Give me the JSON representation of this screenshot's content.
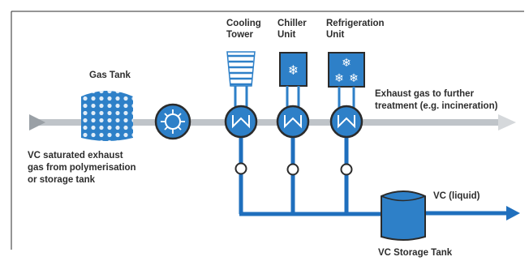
{
  "labels": {
    "gas_tank": "Gas Tank",
    "cooling_tower": [
      "Cooling",
      "Tower"
    ],
    "chiller_unit": [
      "Chiller",
      "Unit"
    ],
    "refrigeration_unit": [
      "Refrigeration",
      "Unit"
    ],
    "exhaust_out": [
      "Exhaust gas to further",
      "treatment (e.g. incineration)"
    ],
    "vc_inlet": [
      "VC saturated exhaust",
      "gas from polymerisation",
      "or storage tank"
    ],
    "vc_liquid": "VC (liquid)",
    "storage_tank": "VC Storage Tank"
  },
  "colors": {
    "pipe_blue": "#1f6fbd",
    "gas_gray": "#bfc4c9",
    "equipment_fill": "#2e80c8",
    "frame": "#2b2b2b"
  }
}
